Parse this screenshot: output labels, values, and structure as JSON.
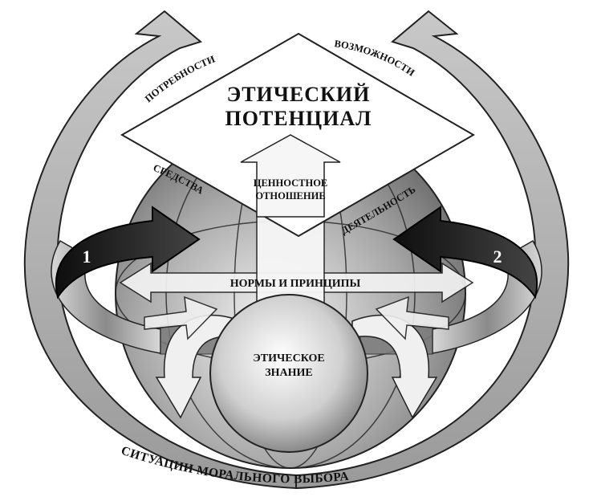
{
  "diagram": {
    "top_title_line1": "ЭТИЧЕСКИЙ",
    "top_title_line2": "ПОТЕНЦИАЛ",
    "left_upper_label": "ПОТРЕБНОСТИ",
    "right_upper_label": "ВОЗМОЖНОСТИ",
    "left_mid_label": "СРЕДСТВА",
    "right_mid_label": "ДЕЯТЕЛЬНОСТЬ",
    "center_arrow_line1": "ЦЕННОСТНОЕ",
    "center_arrow_line2": "ОТНОШЕНИЕ",
    "middle_band_label": "НОРМЫ И ПРИНЦИПЫ",
    "inner_sphere_line1": "ЭТИЧЕСКОЕ",
    "inner_sphere_line2": "ЗНАНИЕ",
    "arrow_left_number": "1",
    "arrow_right_number": "2",
    "bottom_label": "СИТУАЦИИ МОРАЛЬНОГО ВЫБОРА"
  }
}
